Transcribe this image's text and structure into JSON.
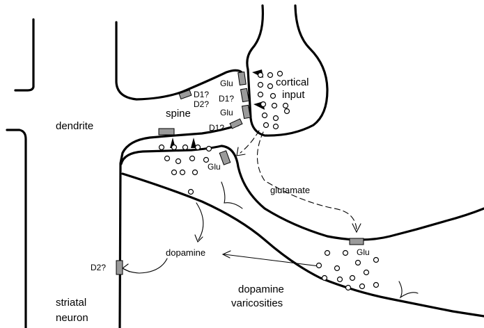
{
  "labels": {
    "dendrite": "dendrite",
    "spine": "spine",
    "cortical_line1": "cortical",
    "cortical_line2": "input",
    "glutamate": "glutamate",
    "dopamine": "dopamine",
    "dopamine_line1": "dopamine",
    "dopamine_line2": "varicosities",
    "striatal_line1": "striatal",
    "striatal_line2": "neuron",
    "glu": "Glu",
    "d1q": "D1?",
    "d2q": "D2?"
  }
}
